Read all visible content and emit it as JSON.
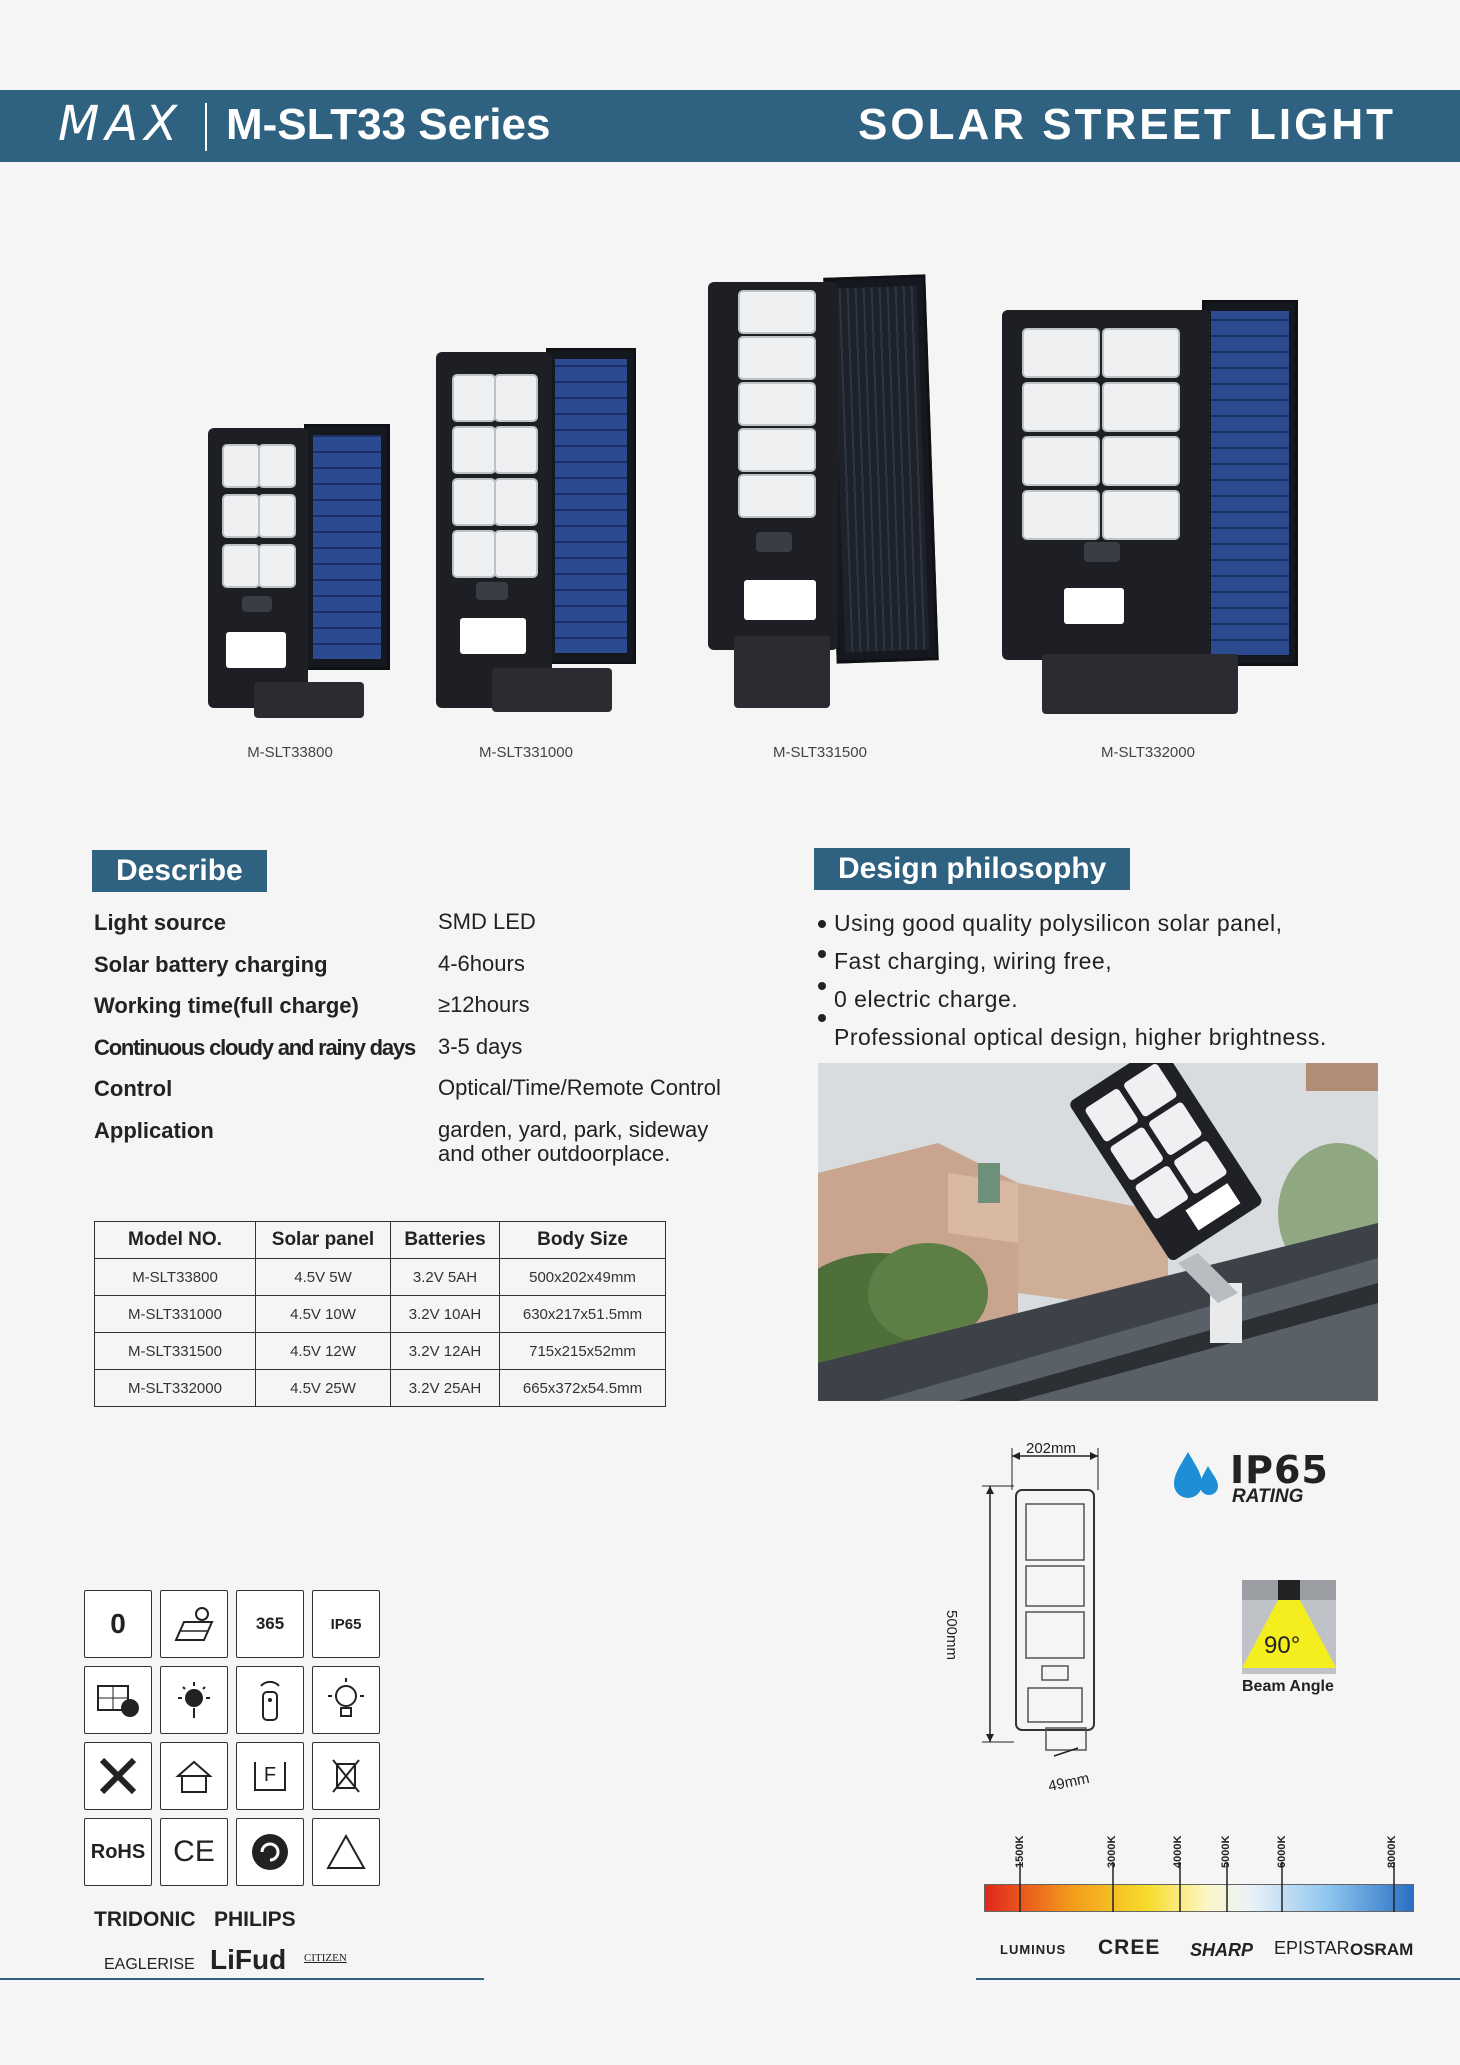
{
  "header": {
    "brand": "MAX",
    "series": "M-SLT33 Series",
    "product_type": "SOLAR STREET LIGHT"
  },
  "products": [
    {
      "model": "M-SLT33800"
    },
    {
      "model": "M-SLT331000"
    },
    {
      "model": "M-SLT331500"
    },
    {
      "model": "M-SLT332000"
    }
  ],
  "describe": {
    "title": "Describe",
    "rows": [
      {
        "label": "Light source",
        "value": "SMD LED"
      },
      {
        "label": "Solar battery charging",
        "value": "4-6hours"
      },
      {
        "label": "Working time(full charge)",
        "value": "≥12hours"
      },
      {
        "label": "Continuous cloudy and rainy days",
        "value": "3-5 days"
      },
      {
        "label": "Control",
        "value": "Optical/Time/Remote Control"
      },
      {
        "label": "Application",
        "value": "garden, yard, park, sideway",
        "value2": "and other outdoorplace."
      }
    ]
  },
  "design": {
    "title": "Design philosophy",
    "points": [
      "Using good quality polysilicon solar panel,",
      "Fast charging, wiring free,",
      "0 electric charge.",
      "Professional optical design, higher brightness."
    ]
  },
  "table": {
    "headers": [
      "Model NO.",
      "Solar panel",
      "Batteries",
      "Body Size"
    ],
    "rows": [
      [
        "M-SLT33800",
        "4.5V 5W",
        "3.2V 5AH",
        "500x202x49mm"
      ],
      [
        "M-SLT331000",
        "4.5V 10W",
        "3.2V 10AH",
        "630x217x51.5mm"
      ],
      [
        "M-SLT331500",
        "4.5V 12W",
        "3.2V 12AH",
        "715x215x52mm"
      ],
      [
        "M-SLT332000",
        "4.5V 25W",
        "3.2V 25AH",
        "665x372x54.5mm"
      ]
    ]
  },
  "dimensions": {
    "width": "202mm",
    "height": "500mm",
    "depth": "49mm"
  },
  "rating": {
    "code": "IP65",
    "sub": "RATING"
  },
  "beam": {
    "angle": "90°",
    "label": "Beam Angle"
  },
  "icons": {
    "ip65": "IP65",
    "days": "365",
    "rohs": "RoHS",
    "ce": "CE",
    "zero": "0",
    "f_mark": "F"
  },
  "led_brands_left": [
    "TRIDONIC",
    "PHILIPS",
    "EAGLERISE",
    "LiFud",
    "CITIZEN"
  ],
  "led_brands_right": [
    "LUMINUS",
    "CREE",
    "SHARP",
    "EPISTAR",
    "OSRAM"
  ],
  "cct": {
    "ticks": [
      "1500K",
      "3000K",
      "4000K",
      "5000K",
      "6000K",
      "8000K"
    ],
    "colors": {
      "warm": "#e0261d",
      "mid": "#f7dc2a",
      "cool": "#2a6fc4"
    }
  },
  "colors": {
    "accent": "#2f6180"
  }
}
